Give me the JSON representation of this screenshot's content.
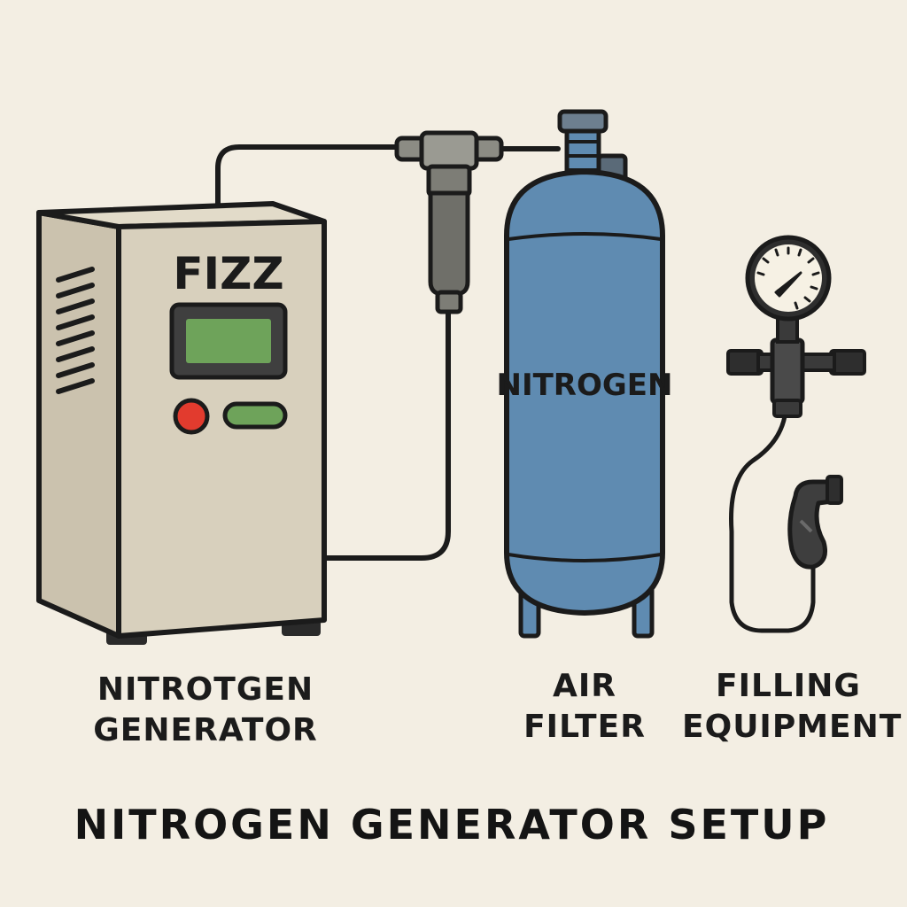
{
  "generator": {
    "brand": "FIZZ"
  },
  "tank": {
    "label": "NITROGEN",
    "color": "#5f8bb1"
  },
  "labels": {
    "generator_line1": "NITROTGEN",
    "generator_line2": "GENERATOR",
    "filter_line1": "AIR",
    "filter_line2": "FILTER",
    "filling_line1": "FILLING",
    "filling_line2": "EQUIPMENT"
  },
  "title": "NITROGEN GENERATOR SETUP",
  "colors": {
    "background": "#f3eee3",
    "cabinet": "#d8d0bd",
    "display": "#6ea35a",
    "button_red": "#e23b2e",
    "outline": "#1b1b1b"
  },
  "icons": [
    "nitrogen-generator-icon",
    "air-filter-icon",
    "nitrogen-tank-icon",
    "pressure-gauge-icon",
    "filling-nozzle-icon"
  ]
}
